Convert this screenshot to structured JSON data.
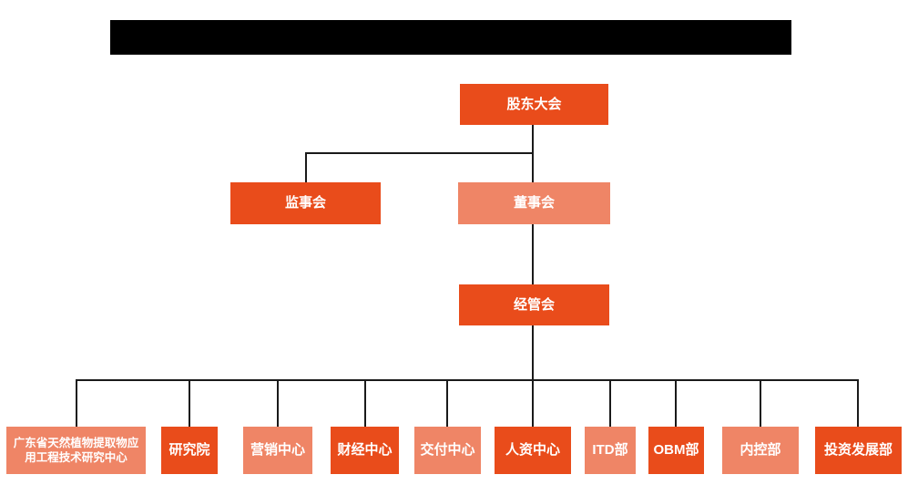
{
  "colors": {
    "primary_dark": "#E94C1B",
    "primary_light": "#EF8566",
    "line": "#1a1a1a",
    "redaction_bar": "#000000",
    "box_text": "#ffffff",
    "background": "#ffffff"
  },
  "org_chart": {
    "level1": {
      "label": "股东大会",
      "variant": "dark"
    },
    "level2": [
      {
        "label": "监事会",
        "variant": "dark"
      },
      {
        "label": "董事会",
        "variant": "light"
      }
    ],
    "level3": {
      "label": "经管会",
      "variant": "dark"
    },
    "level4": [
      {
        "label": "广东省天然植物提取物应用工程技术研究中心",
        "variant": "light"
      },
      {
        "label": "研究院",
        "variant": "dark"
      },
      {
        "label": "营销中心",
        "variant": "light"
      },
      {
        "label": "财经中心",
        "variant": "dark"
      },
      {
        "label": "交付中心",
        "variant": "light"
      },
      {
        "label": "人资中心",
        "variant": "dark"
      },
      {
        "label": "ITD部",
        "variant": "light"
      },
      {
        "label": "OBM部",
        "variant": "dark"
      },
      {
        "label": "内控部",
        "variant": "light"
      },
      {
        "label": "投资发展部",
        "variant": "dark"
      }
    ]
  }
}
